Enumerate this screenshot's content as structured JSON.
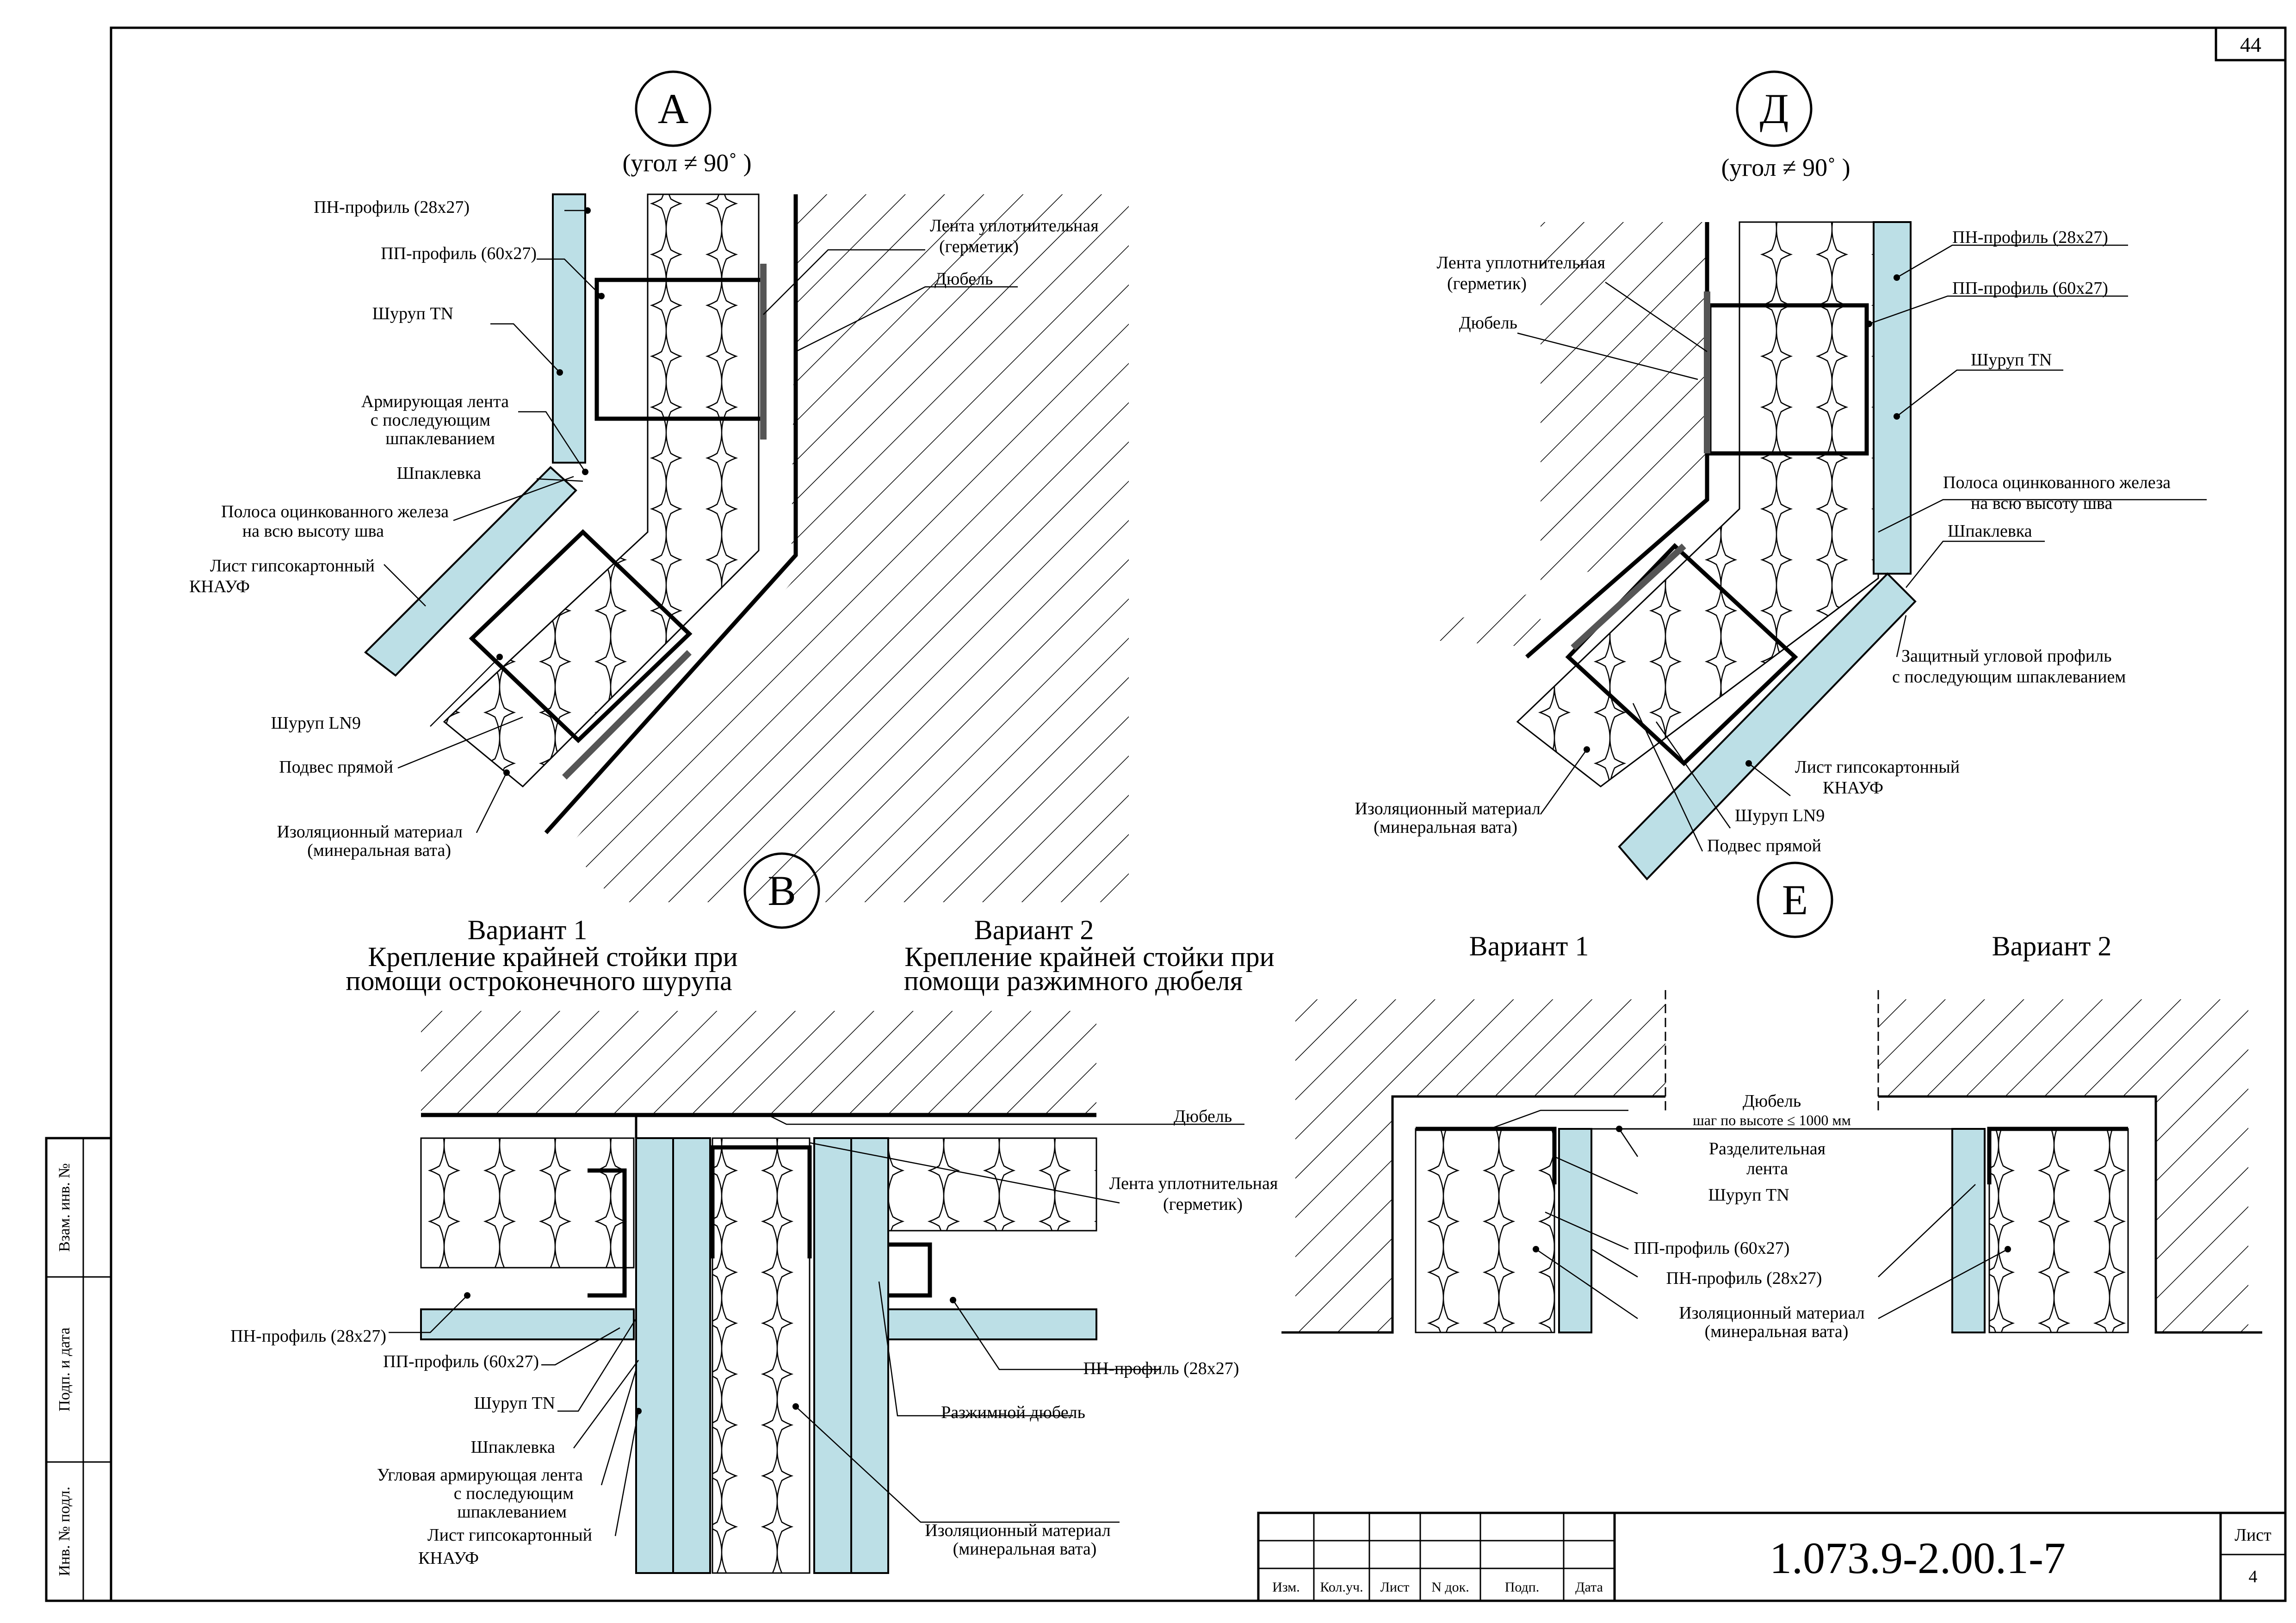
{
  "sheet": {
    "number": "44",
    "code": "1.073.9-2.00.1-7",
    "list_label": "Лист",
    "list_number": "4"
  },
  "side_stamp": [
    "Взам. инв. №",
    "Подп. и дата",
    "Инв. № подл."
  ],
  "stamp_headers": [
    "Изм.",
    "Кол.уч.",
    "Лист",
    "N док.",
    "Подп.",
    "Дата"
  ],
  "detail_A": {
    "marker": "А",
    "angle": "(угол ≠ 90˚ )",
    "labels": {
      "pn_profile": "ПН-профиль (28х27)",
      "pp_profile": "ПП-профиль (60х27)",
      "screw_tn": "Шуруп TN",
      "tape_1": "Армирующая лента",
      "tape_2": "с последующим",
      "tape_3": "шпаклеванием",
      "putty": "Шпаклевка",
      "strip_1": "Полоса оцинкованного железа",
      "strip_2": "на всю высоту шва",
      "sheet_1": "Лист гипсокартонный",
      "sheet_2": "КНАУФ",
      "screw_ln9": "Шуруп LN9",
      "hanger": "Подвес прямой",
      "insul_1": "Изоляционный материал",
      "insul_2": "(минеральная вата)",
      "seal_1": "Лента уплотнительная",
      "seal_2": "(герметик)",
      "dowel": "Дюбель"
    }
  },
  "detail_D": {
    "marker": "Д",
    "angle": "(угол ≠ 90˚ )",
    "labels": {
      "seal_1": "Лента уплотнительная",
      "seal_2": "(герметик)",
      "dowel": "Дюбель",
      "pn_profile": "ПН-профиль (28х27)",
      "pp_profile": "ПП-профиль (60х27)",
      "screw_tn": "Шуруп TN",
      "strip_1": "Полоса оцинкованного железа",
      "strip_2": "на всю высоту шва",
      "putty": "Шпаклевка",
      "corner_1": "Защитный угловой профиль",
      "corner_2": "с последующим шпаклеванием",
      "sheet_1": "Лист гипсокартонный",
      "sheet_2": "КНАУФ",
      "screw_ln9": "Шуруп LN9",
      "hanger": "Подвес прямой",
      "insul_1": "Изоляционный материал",
      "insul_2": "(минеральная вата)"
    }
  },
  "detail_B": {
    "marker": "В",
    "variant1_title": "Вариант 1",
    "variant1_desc_1": "Крепление крайней стойки при",
    "variant1_desc_2": "помощи остроконечного шурупа",
    "variant2_title": "Вариант 2",
    "variant2_desc_1": "Крепление крайней стойки при",
    "variant2_desc_2": "помощи разжимного дюбеля",
    "labels": {
      "dowel": "Дюбель",
      "seal_1": "Лента уплотнительная",
      "seal_2": "(герметик)",
      "pn_left": "ПН-профиль (28х27)",
      "pp_profile": "ПП-профиль (60х27)",
      "screw_tn": "Шуруп TN",
      "pn_right": "ПН-профиль (28х27)",
      "putty": "Шпаклевка",
      "corner_tape_1": "Угловая армирующая лента",
      "corner_tape_2": "с последующим",
      "corner_tape_3": "шпаклеванием",
      "exp_dowel": "Разжимной дюбель",
      "sheet_1": "Лист гипсокартонный",
      "sheet_2": "КНАУФ",
      "insul_1": "Изоляционный материал",
      "insul_2": "(минеральная вата)"
    }
  },
  "detail_E": {
    "marker": "Е",
    "variant1_title": "Вариант 1",
    "variant2_title": "Вариант 2",
    "labels": {
      "dowel": "Дюбель",
      "dowel_step": "шаг по высоте ≤ 1000 мм",
      "sep_1": "Разделительная",
      "sep_2": "лента",
      "screw_tn": "Шуруп TN",
      "pp_profile": "ПП-профиль (60х27)",
      "pn_profile": "ПН-профиль (28х27)",
      "insul_1": "Изоляционный материал",
      "insul_2": "(минеральная вата)"
    }
  }
}
